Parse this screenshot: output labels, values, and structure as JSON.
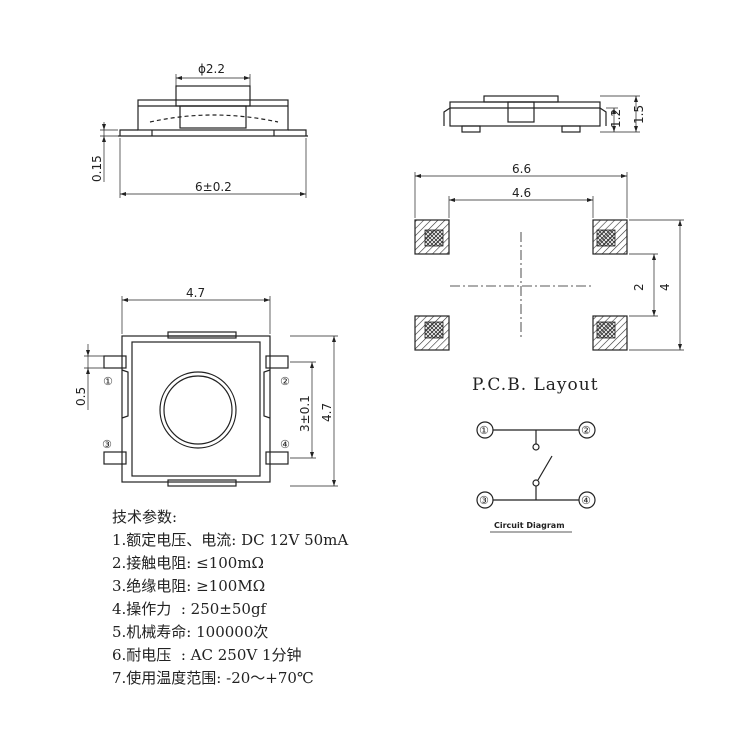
{
  "top_view": {
    "diameter": "ϕ2.2",
    "width": "6±0.2",
    "height": "0.15"
  },
  "side_view": {
    "dim1": "1.2",
    "dim2": "1.5"
  },
  "bottom_view": {
    "width": "4.7",
    "height": "4.7",
    "pin_pitch": "3±0.1",
    "pin_offset": "0.5",
    "pins": [
      "①",
      "②",
      "③",
      "④"
    ]
  },
  "pcb": {
    "width_outer": "6.6",
    "width_inner": "4.6",
    "height_inner": "2",
    "height_outer": "4",
    "title": "P.C.B. Layout"
  },
  "circuit": {
    "pins": [
      "①",
      "②",
      "③",
      "④"
    ],
    "caption": "Circuit Diagram"
  },
  "specs": {
    "title": "技术参数:",
    "lines": [
      "1.额定电压、电流: DC 12V 50mA",
      "2.接触电阻: ≤100mΩ",
      "3.绝缘电阻: ≥100MΩ",
      "4.操作力  : 250±50gf",
      "5.机械寿命: 100000次",
      "6.耐电压  : AC 250V 1分钟",
      "7.使用温度范围: -20～+70℃"
    ]
  }
}
